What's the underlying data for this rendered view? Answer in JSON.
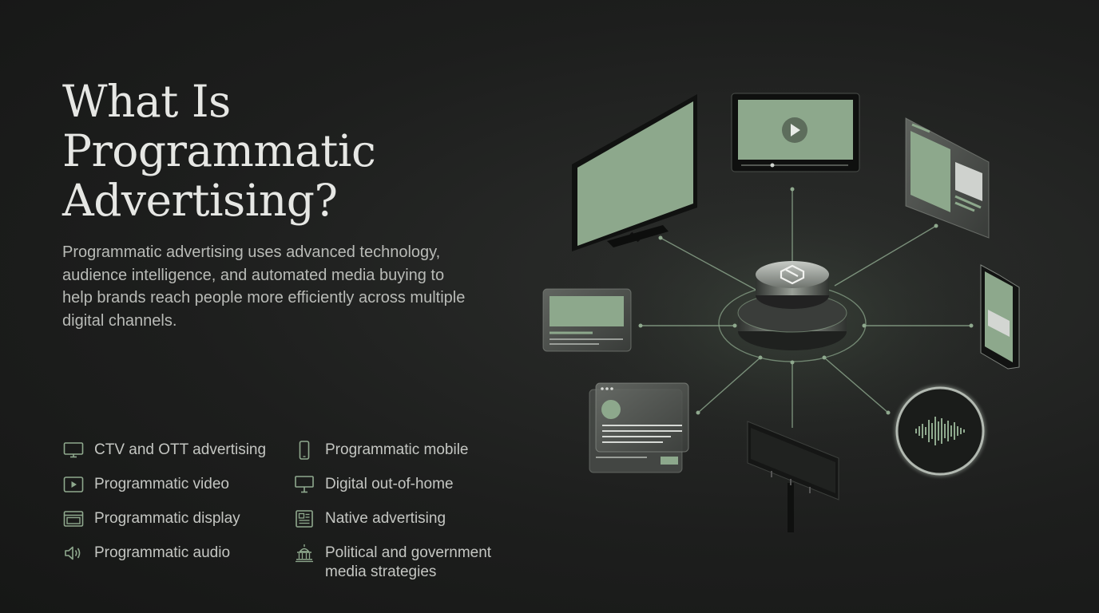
{
  "heading": {
    "line1": "What Is",
    "line2": "Programmatic",
    "line3": "Advertising?"
  },
  "description": "Programmatic advertising uses advanced technology, audience intelligence, and automated media buying to help brands reach people more efficiently across multiple digital channels.",
  "features": {
    "left": [
      {
        "label": "CTV and OTT advertising",
        "icon": "tv-icon"
      },
      {
        "label": "Programmatic video",
        "icon": "play-icon"
      },
      {
        "label": "Programmatic display",
        "icon": "display-window-icon"
      },
      {
        "label": "Programmatic audio",
        "icon": "speaker-icon"
      }
    ],
    "right": [
      {
        "label": "Programmatic mobile",
        "icon": "phone-icon"
      },
      {
        "label": "Digital out-of-home",
        "icon": "billboard-icon"
      },
      {
        "label": "Native advertising",
        "icon": "article-icon"
      },
      {
        "label": "Political and government media strategies",
        "icon": "capitol-icon"
      }
    ]
  },
  "colors": {
    "accent": "#8fa98e",
    "background": "#1b1c1b",
    "heading": "#e6e7e4",
    "body_text": "#b9bbb7"
  }
}
